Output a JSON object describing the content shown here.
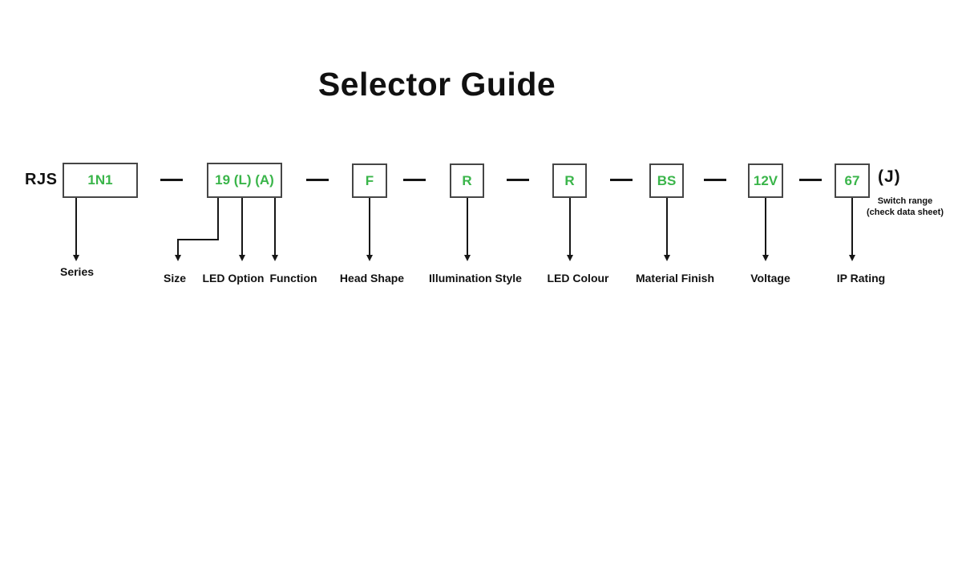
{
  "title": "Selector Guide",
  "part_number": {
    "prefix": "RJS",
    "suffix": "(J)",
    "suffix_note_line1": "Switch range",
    "suffix_note_line2": "(check data sheet)"
  },
  "segments": [
    {
      "code": "1N1",
      "labels": [
        "Series"
      ]
    },
    {
      "code": "19 (L) (A)",
      "labels": [
        "Size",
        "LED Option",
        "Function"
      ]
    },
    {
      "code": "F",
      "labels": [
        "Head Shape"
      ]
    },
    {
      "code": "R",
      "labels": [
        "Illumination Style"
      ]
    },
    {
      "code": "R",
      "labels": [
        "LED Colour"
      ]
    },
    {
      "code": "BS",
      "labels": [
        "Material Finish"
      ]
    },
    {
      "code": "12V",
      "labels": [
        "Voltage"
      ]
    },
    {
      "code": "67",
      "labels": [
        "IP Rating"
      ]
    }
  ],
  "colors": {
    "code_green": "#3AB54A",
    "ink": "#161616",
    "box_border": "#464646",
    "background": "#FFFFFF"
  }
}
